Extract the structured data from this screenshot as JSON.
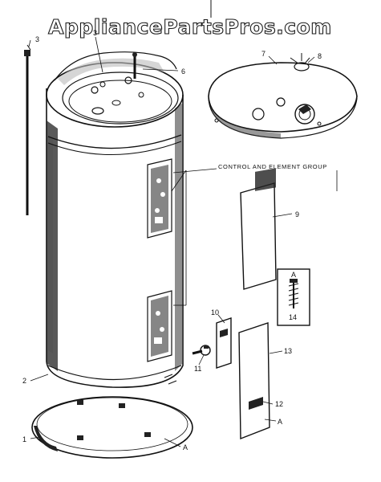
{
  "watermark": "AppliancePartsPros.com",
  "group_label": "CONTROL AND ELEMENT GROUP",
  "callouts": {
    "n1": "1",
    "n2": "2",
    "n3a": "3",
    "n3b": "3",
    "n6": "6",
    "n7": "7",
    "n8": "8",
    "n9": "9",
    "n10": "10",
    "n11": "11",
    "n12": "12",
    "n13": "13",
    "n14": "14",
    "a_screw": "A",
    "a_panel": "A",
    "a_base": "A"
  }
}
